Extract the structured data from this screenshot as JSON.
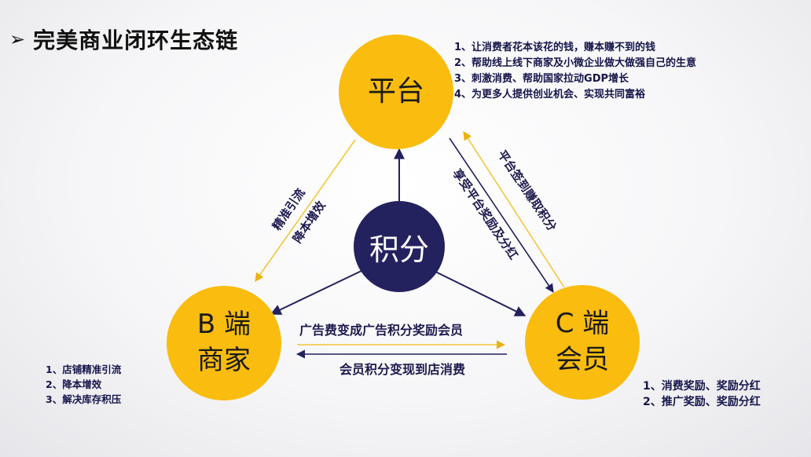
{
  "title": {
    "arrow": "➢",
    "text": "完美商业闭环生态链"
  },
  "nodes": {
    "platform": {
      "label": "平台"
    },
    "b_side": {
      "line1": "B 端",
      "line2": "商家"
    },
    "c_side": {
      "line1": "C 端",
      "line2": "会员"
    },
    "center": {
      "label": "积分"
    }
  },
  "notes": {
    "platform": [
      "1、让消费者花本该花的钱，赚本赚不到的钱",
      "2、帮助线上线下商家及小微企业做大做强自己的生意",
      "3、刺激消费、帮助国家拉动GDP增长",
      "4、为更多人提供创业机会、实现共同富裕"
    ],
    "b_side": [
      "1、店铺精准引流",
      "2、降本增效",
      "3、解决库存积压"
    ],
    "c_side": [
      "1、消费奖励、奖励分红",
      "2、推广奖励、奖励分红"
    ]
  },
  "edges": {
    "platform_to_b": [
      "精准引流",
      "降本增效"
    ],
    "platform_to_c": "享受平台奖励及分红",
    "c_to_platform": "平台签到赚取积分",
    "b_to_c": "广告费变成广告积分奖励会员",
    "c_to_b": "会员积分变现到店消费"
  },
  "colors": {
    "yellow": "#f9bc0f",
    "navy": "#23215e",
    "thin_arrow": "#f3c63a"
  }
}
